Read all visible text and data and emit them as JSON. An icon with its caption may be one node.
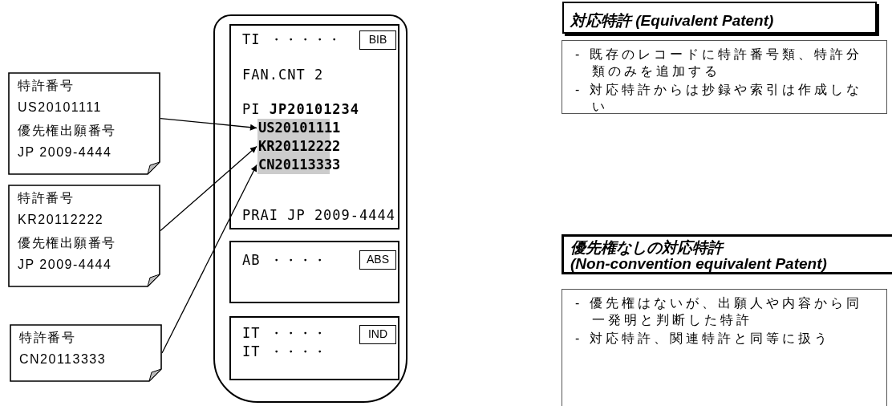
{
  "diagram": {
    "nodes": [
      {
        "text": [
          "特許番号",
          "US20101111",
          "優先権出願番号",
          "JP 2009-4444"
        ]
      },
      {
        "text": [
          "特許番号",
          "KR20112222",
          "優先権出願番号",
          "JP 2009-4444"
        ]
      },
      {
        "text": [
          "特許番号",
          "CN20113333"
        ]
      },
      {
        "text": [],
        "shape": "box"
      },
      {
        "text": [
          "TI ・・・・・",
          "FAN.CNT 2",
          "PI **JP20101234**",
          "PRAI JP 2009-4444"
        ],
        "in": 3
      },
      {
        "text": [
          "BIB"
        ],
        "in": 4
      },
      {
        "text": [
          "US20101111"
        ],
        "in": 4
      },
      {
        "text": [
          "KR20112222"
        ],
        "in": 4
      },
      {
        "text": [
          "CN20113333"
        ],
        "in": 4
      },
      {
        "text": [
          "AB ・・・・"
        ],
        "in": 3
      },
      {
        "text": [
          "ABS"
        ],
        "in": 9
      },
      {
        "text": [
          "IT ・・・・",
          "IT ・・・・"
        ],
        "in": 3
      },
      {
        "text": [
          "IND"
        ],
        "in": 11
      },
      {
        "text": [
          "対応特許 (Equivalent Patent)"
        ]
      },
      {
        "text": [
          "- 既存のレコードに特許番号類、特許分類のみを追加する",
          "- 対応特許からは抄録や索引は作成しない"
        ]
      },
      {
        "text": [
          "優先権なしの対応特許",
          "(Non-convention equivalent Patent)"
        ]
      },
      {
        "text": [
          "- 優先権はないが、出願人や内容から同一発明と判断した特許",
          "- 対応特許、関連特許と同等に扱う"
        ]
      }
    ],
    "edges": [
      {
        "from": 0,
        "to": 6,
        "arrow": "to"
      },
      {
        "from": 1,
        "to": 7,
        "arrow": "to"
      },
      {
        "from": 2,
        "to": 8,
        "arrow": "to"
      }
    ]
  }
}
